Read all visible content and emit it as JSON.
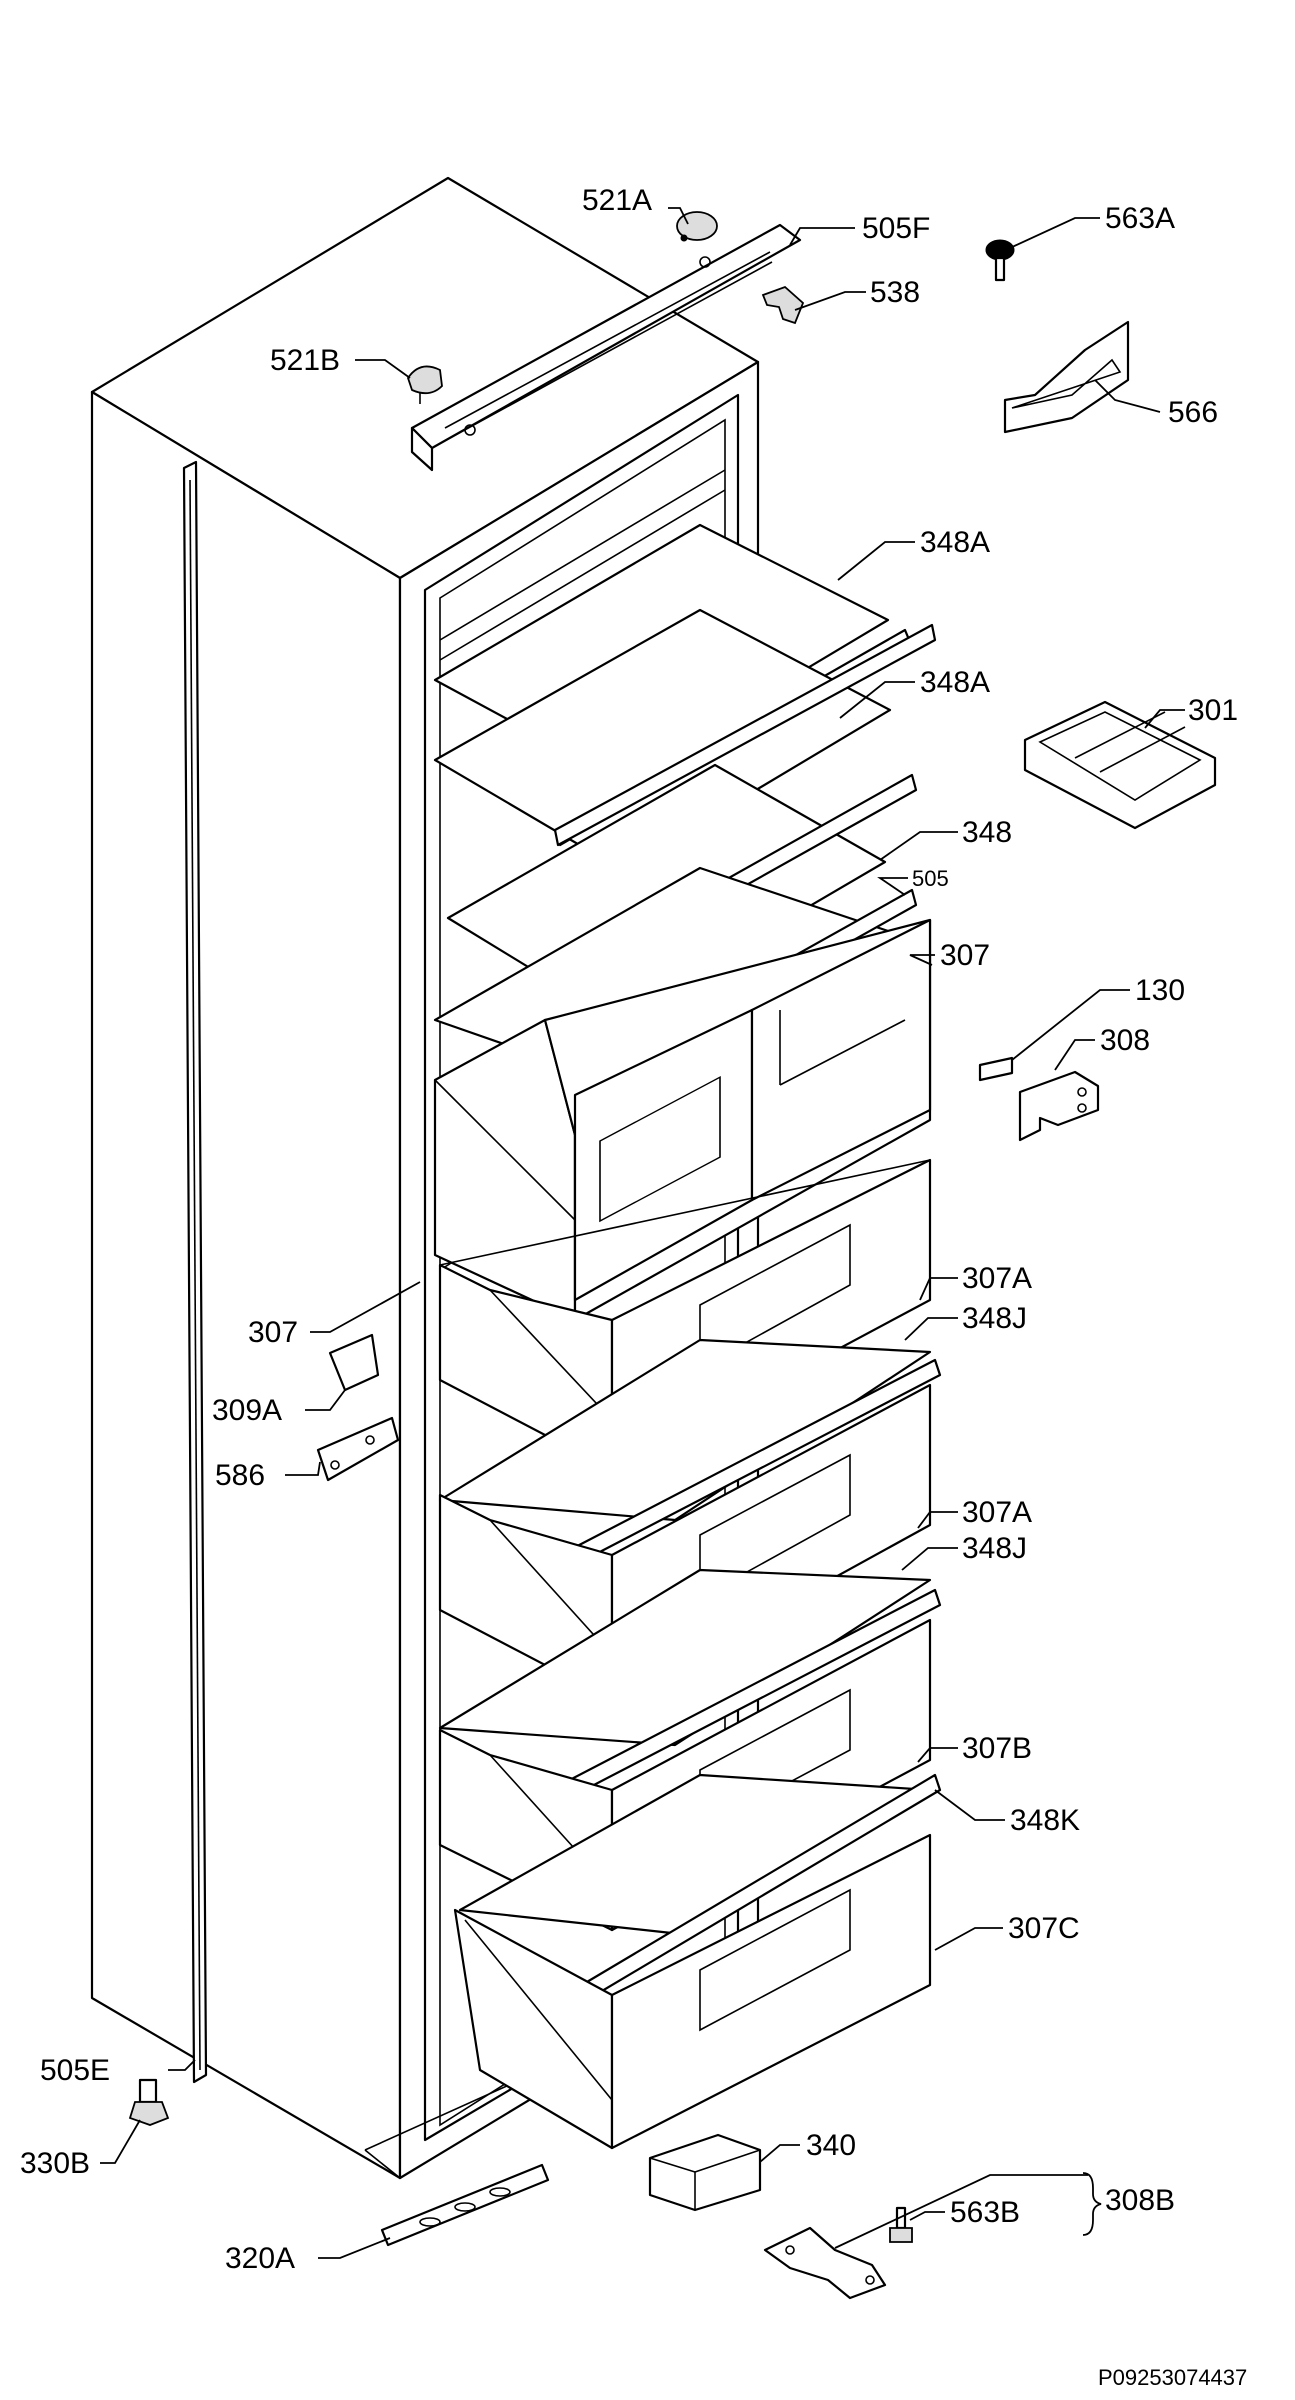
{
  "labels": [
    {
      "id": "l521a",
      "text": "521A"
    },
    {
      "id": "l505f",
      "text": "505F"
    },
    {
      "id": "l563a",
      "text": "563A"
    },
    {
      "id": "l538",
      "text": "538"
    },
    {
      "id": "l521b",
      "text": "521B"
    },
    {
      "id": "l566",
      "text": "566"
    },
    {
      "id": "l348a1",
      "text": "348A"
    },
    {
      "id": "l348a2",
      "text": "348A"
    },
    {
      "id": "l301",
      "text": "301"
    },
    {
      "id": "l348",
      "text": "348"
    },
    {
      "id": "l505",
      "text": "505"
    },
    {
      "id": "l307top",
      "text": "307"
    },
    {
      "id": "l130",
      "text": "130"
    },
    {
      "id": "l308",
      "text": "308"
    },
    {
      "id": "l307left",
      "text": "307"
    },
    {
      "id": "l307a1",
      "text": "307A"
    },
    {
      "id": "l348j1",
      "text": "348J"
    },
    {
      "id": "l309a",
      "text": "309A"
    },
    {
      "id": "l586",
      "text": "586"
    },
    {
      "id": "l307a2",
      "text": "307A"
    },
    {
      "id": "l348j2",
      "text": "348J"
    },
    {
      "id": "l307b",
      "text": "307B"
    },
    {
      "id": "l348k",
      "text": "348K"
    },
    {
      "id": "l307c",
      "text": "307C"
    },
    {
      "id": "l505e",
      "text": "505E"
    },
    {
      "id": "l330b",
      "text": "330B"
    },
    {
      "id": "l340",
      "text": "340"
    },
    {
      "id": "l308b",
      "text": "308B"
    },
    {
      "id": "l563b",
      "text": "563B"
    },
    {
      "id": "l320a",
      "text": "320A"
    }
  ],
  "drawing_code": "P09253074437"
}
